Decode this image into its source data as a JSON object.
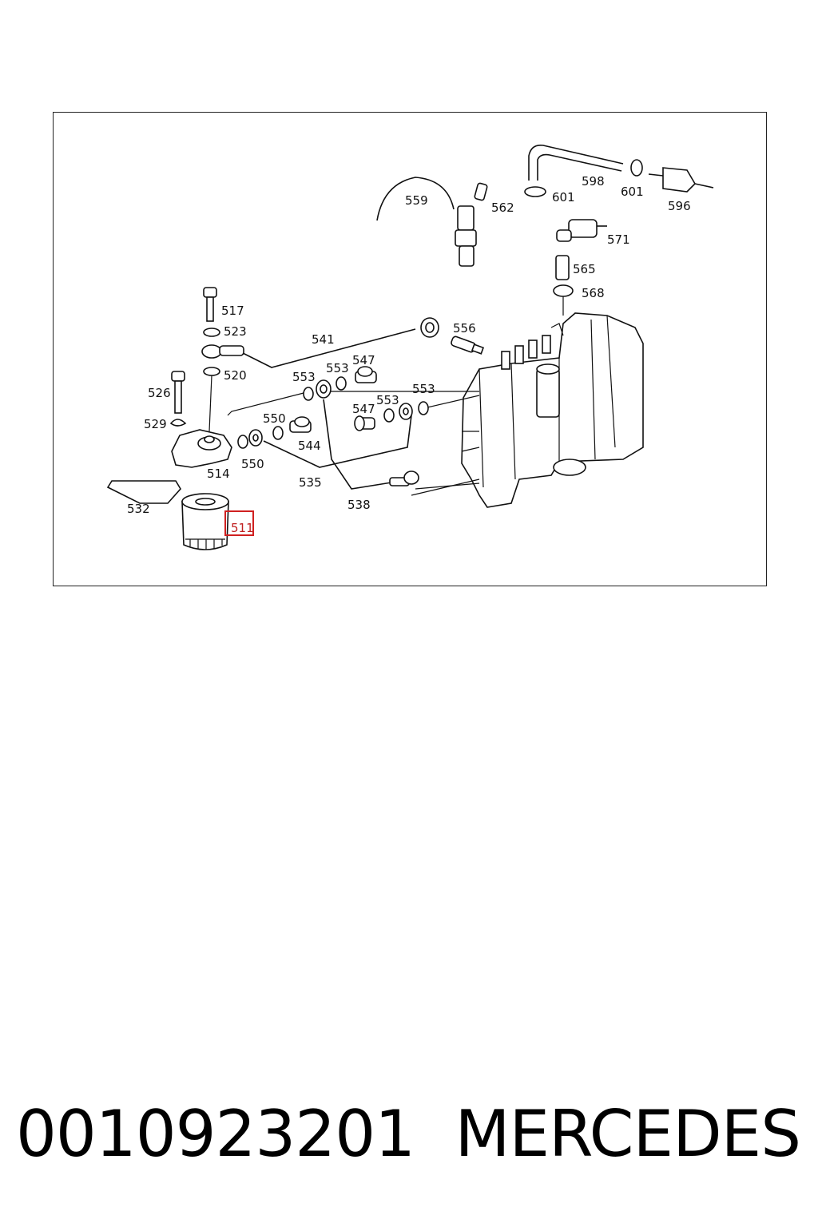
{
  "diagram": {
    "labels": {
      "l517": "517",
      "l523": "523",
      "l520": "520",
      "l526": "526",
      "l529": "529",
      "l514": "514",
      "l532": "532",
      "l511": "511",
      "l541": "541",
      "l553a": "553",
      "l553b": "553",
      "l547a": "547",
      "l550a": "550",
      "l544": "544",
      "l550b": "550",
      "l535": "535",
      "l538": "538",
      "l547b": "547",
      "l553c": "553",
      "l553d": "553",
      "l556": "556",
      "l559": "559",
      "l562": "562",
      "l598": "598",
      "l601a": "601",
      "l601b": "601",
      "l596": "596",
      "l571": "571",
      "l565": "565",
      "l568": "568"
    },
    "highlight": {
      "part": "511",
      "color": "#d02020"
    }
  },
  "footer": {
    "part_number": "0010923201",
    "brand": "MERCEDES"
  }
}
